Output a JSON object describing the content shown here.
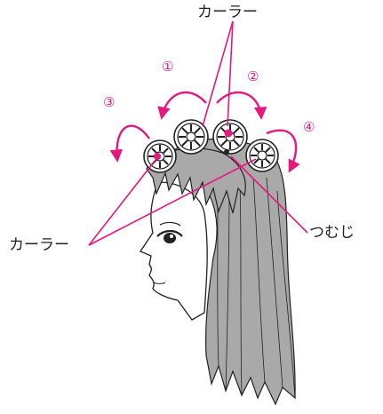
{
  "labels": {
    "curler_top": "カーラー",
    "curler_left": "カーラー",
    "whorl": "つむじ"
  },
  "steps": [
    "①",
    "②",
    "③",
    "④"
  ],
  "colors": {
    "accent": "#e6177f",
    "hair": "#a9a9a9",
    "outline": "#222222",
    "skin": "#ffffff"
  }
}
